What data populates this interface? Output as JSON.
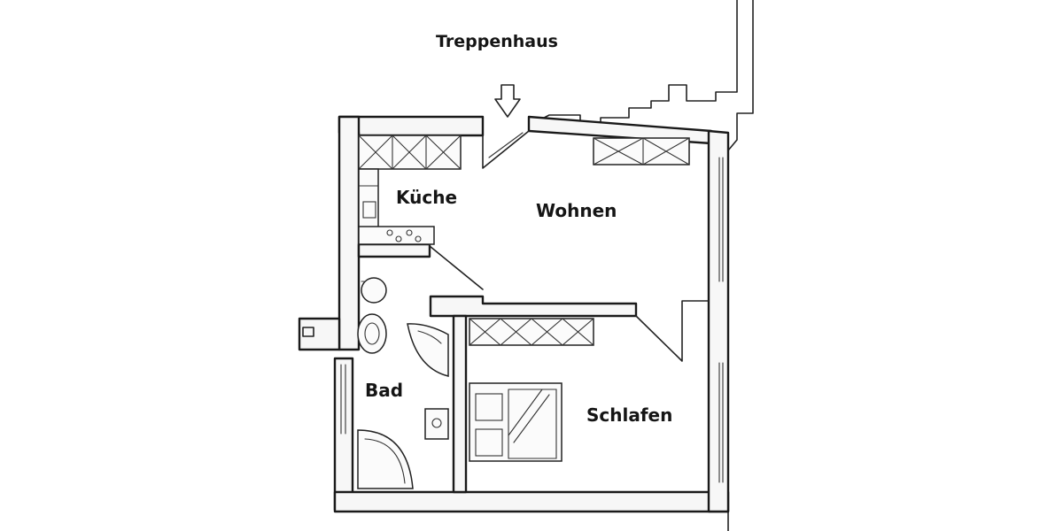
{
  "labels": {
    "stairwell": "Treppenhaus",
    "kitchen": "Küche",
    "living": "Wohnen",
    "bath": "Bad",
    "bedroom": "Schlafen"
  },
  "colors": {
    "line": "#1a1a1a",
    "paper": "#ffffff",
    "wall_fill": "#f7f7f7"
  },
  "icons": {
    "entrance": "down-arrow-icon"
  }
}
